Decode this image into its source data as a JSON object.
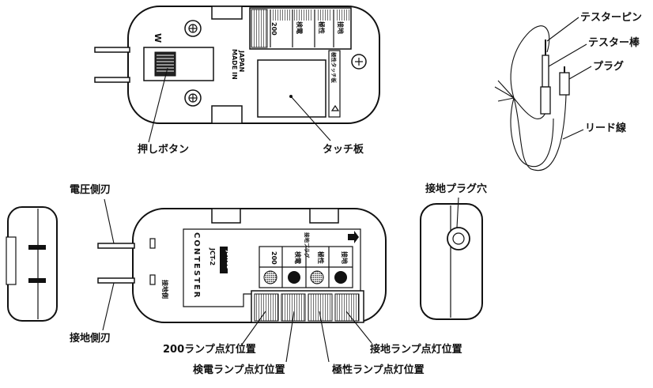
{
  "top_view": {
    "labels": {
      "push_button": "押しボタン",
      "touch_plate": "タッチ板"
    },
    "printed": {
      "w_mark": "W",
      "made_in_line1": "MADE IN",
      "made_in_line2": "JAPAN",
      "lamp_200": "200",
      "lamp_kenden": "検電",
      "lamp_kyokusei": "極性",
      "lamp_setchi": "接地",
      "touch_note": "極性タッチ板"
    }
  },
  "accessory": {
    "labels": {
      "tester_pin": "テスターピン",
      "tester_rod": "テスター棒",
      "plug": "プラグ",
      "lead_wire": "リード線"
    }
  },
  "front_view": {
    "labels": {
      "voltage_blade": "電圧側刃",
      "ground_blade": "接地側刃",
      "lamp_200_position": "200ランプ点灯位置",
      "kenden_lamp_position": "検電ランプ点灯位置",
      "kyokusei_lamp_position": "極性ランプ点灯位置",
      "setchi_lamp_position": "接地ランプ点灯位置"
    },
    "printed": {
      "brand_vertical": "CONTESTER",
      "model": "JCT-2",
      "logo": "JEWEL",
      "ground_side": "接地側",
      "ground_plug": "接地プラグ",
      "lamp_200": "200",
      "lamp_kenden": "検電",
      "lamp_kyokusei": "極性",
      "lamp_setchi": "接地"
    }
  },
  "side_view": {
    "labels": {
      "ground_plug_hole": "接地プラグ穴"
    }
  }
}
